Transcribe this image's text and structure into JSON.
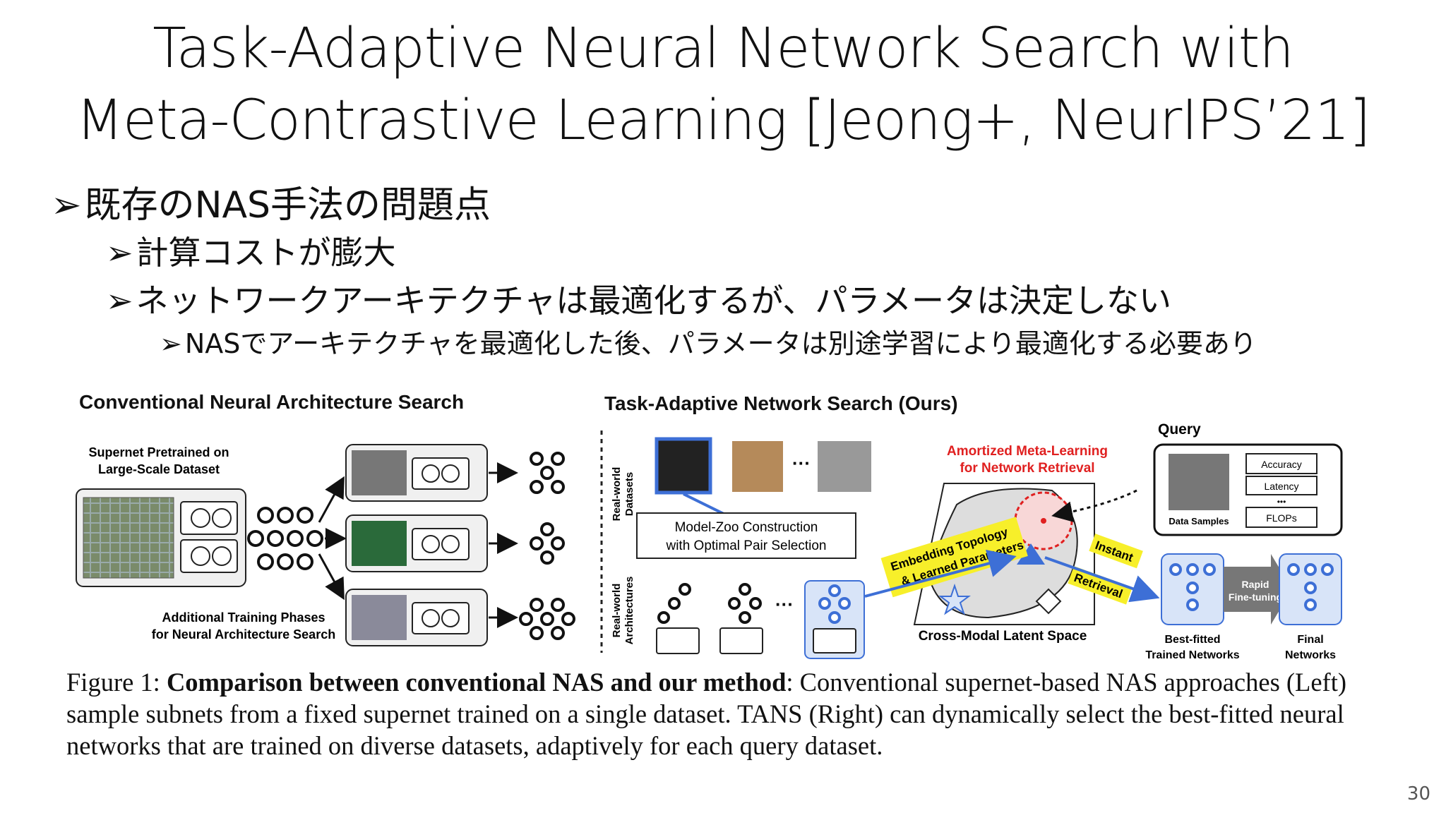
{
  "slide": {
    "title_line1": "Task-Adaptive Neural Network Search with",
    "title_line2": "Meta-Contrastive Learning [Jeong+, NeurIPS’21]",
    "bullet_mark": "➢",
    "bullets": [
      "既存のNAS手法の問題点",
      "計算コストが膨大",
      "ネットワークアーキテクチャは最適化するが、パラメータは決定しない",
      "NASでアーキテクチャを最適化した後、パラメータは別途学習により最適化する必要あり"
    ],
    "page_number": "30"
  },
  "figure": {
    "left_heading": "Conventional Neural Architecture Search",
    "right_heading": "Task-Adaptive Network Search (Ours)",
    "supernet_label_1": "Supernet Pretrained on",
    "supernet_label_2": "Large-Scale Dataset",
    "additional_label_1": "Additional Training Phases",
    "additional_label_2": "for Neural Architecture Search",
    "real_world_datasets_1": "Real-world",
    "real_world_datasets_2": "Datasets",
    "real_world_arch_1": "Real-world",
    "real_world_arch_2": "Architectures",
    "ellipsis": "···",
    "model_zoo_1": "Model-Zoo Construction",
    "model_zoo_2": "with Optimal Pair Selection",
    "amortized_1": "Amortized Meta-Learning",
    "amortized_2": "for Network Retrieval",
    "embedding_1": "Embedding Topology",
    "embedding_2": "& Learned Parameters",
    "instant": "Instant",
    "retrieval": "Retrieval",
    "latent_space": "Cross-Modal Latent Space",
    "query": "Query",
    "query_accuracy": "Accuracy",
    "query_latency": "Latency",
    "query_dots": "•••",
    "query_flops": "FLOPs",
    "data_samples": "Data Samples",
    "rapid_1": "Rapid",
    "rapid_2": "Fine-tuning",
    "best_fitted_1": "Best-fitted",
    "best_fitted_2": "Trained Networks",
    "final_1": "Final",
    "final_2": "Networks",
    "colors": {
      "red_label": "#e02020",
      "blue_box": "#3d6fd6",
      "light_blue_fill": "#d8e4f8",
      "yellow_label": "#f7ef2a",
      "gray_box": "#f0f0f0"
    }
  },
  "caption": {
    "prefix": "Figure 1:  ",
    "bold": "Comparison between conventional NAS and our method",
    "rest": ":  Conventional supernet-based NAS approaches (Left) sample subnets from a fixed supernet trained on a single dataset. TANS (Right) can dynamically select the best-fitted neural networks that are trained on diverse datasets, adaptively for each query dataset."
  }
}
